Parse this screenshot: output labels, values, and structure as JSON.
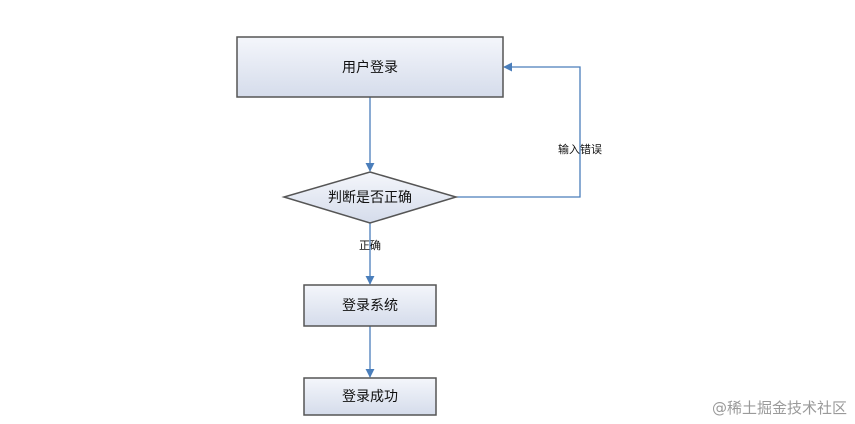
{
  "diagram": {
    "nodes": {
      "user_login": "用户登录",
      "check": "判断是否正确",
      "login_system": "登录系统",
      "login_success": "登录成功"
    },
    "edges": {
      "error_label": "输入错误",
      "correct_label": "正确"
    },
    "colors": {
      "node_fill_start": "#f4f6fb",
      "node_fill_end": "#d5dceb",
      "node_border": "#555555",
      "arrow": "#4a7ebb"
    }
  },
  "watermark": "@稀土掘金技术社区"
}
